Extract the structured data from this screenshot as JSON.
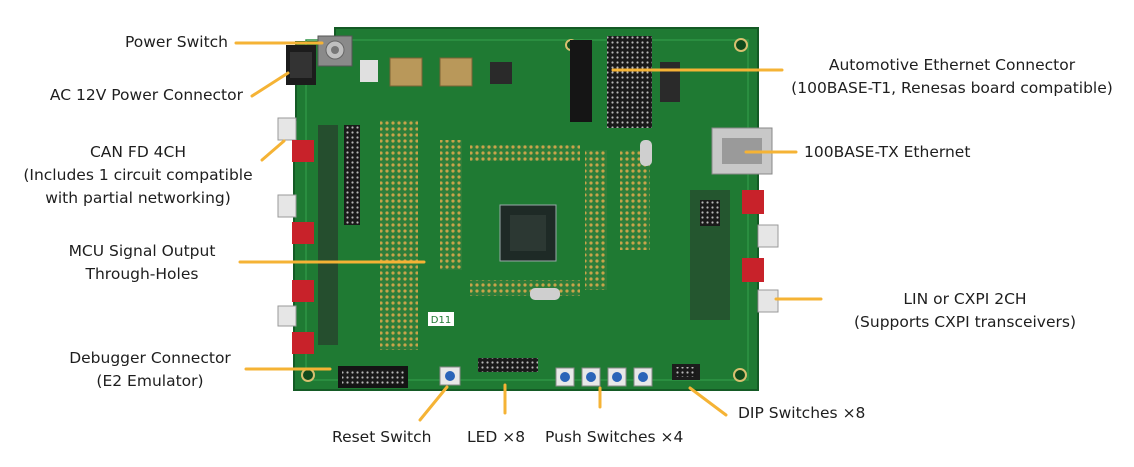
{
  "accent_color": "#f5b335",
  "board_label": "D11",
  "callouts": {
    "power_switch": "Power Switch",
    "ac_power": "AC 12V Power Connector",
    "can_fd": [
      "CAN FD 4CH",
      "(Includes 1 circuit compatible",
      "with partial networking)"
    ],
    "mcu_holes": [
      "MCU Signal Output",
      "Through-Holes"
    ],
    "debugger": [
      "Debugger Connector",
      "(E2 Emulator)"
    ],
    "reset": "Reset Switch",
    "led": "LED ×8",
    "push": "Push Switches ×4",
    "dip": "DIP Switches ×8",
    "lin": [
      "LIN or CXPI 2CH",
      "(Supports CXPI transceivers)"
    ],
    "ethernet_tx": "100BASE-TX Ethernet",
    "auto_eth": [
      "Automotive Ethernet Connector",
      "(100BASE-T1, Renesas board compatible)"
    ]
  }
}
